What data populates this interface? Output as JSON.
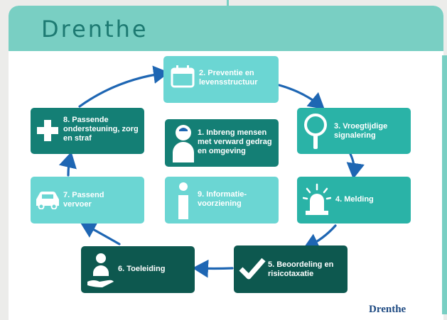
{
  "header": {
    "title": "Drenthe"
  },
  "steps": {
    "s1": "1. Inbreng mensen met verward gedrag en omgeving",
    "s2": "2. Preventie en levensstructuur",
    "s3": "3. Vroegtijdige signalering",
    "s4": "4. Melding",
    "s5": "5. Beoordeling en risicotaxatie",
    "s6": "6. Toeleiding",
    "s7": "7. Passend vervoer",
    "s8": "8. Passende ondersteuning, zorg en straf",
    "s9": "9. Informatie-voorziening"
  },
  "icons": {
    "s1": "person-icon",
    "s2": "calendar-icon",
    "s3": "magnifier-icon",
    "s4": "siren-icon",
    "s5": "checkmark-icon",
    "s6": "person-hand-icon",
    "s7": "car-icon",
    "s8": "plus-cross-icon",
    "s9": "info-icon"
  },
  "colors": {
    "header": "#79cfc3",
    "light": "#6bd6d3",
    "mid": "#2ab3a7",
    "dark": "#147f75",
    "darker": "#0d584f",
    "arrow": "#1e66b3",
    "logo": "#1e4a82"
  },
  "footer": {
    "logo_text": "Drenthe"
  }
}
